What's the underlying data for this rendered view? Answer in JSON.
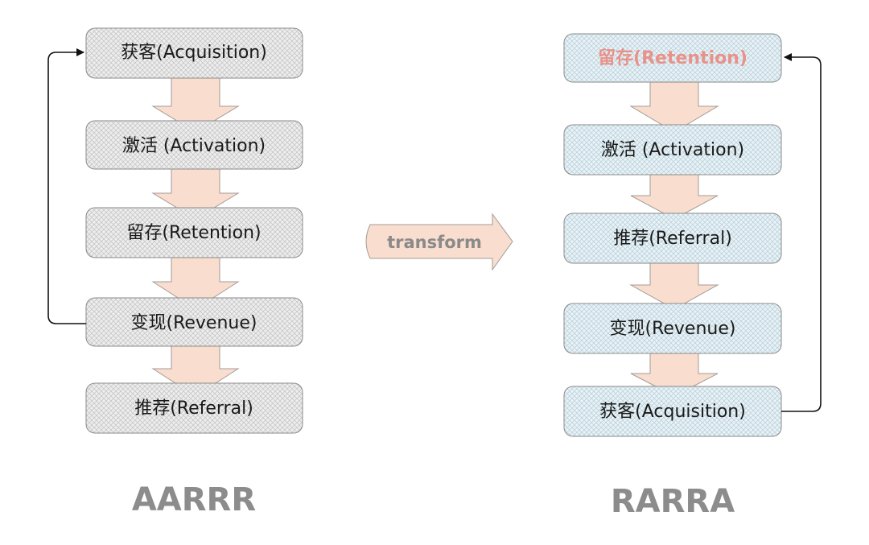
{
  "left_model": {
    "title": "AARRR",
    "steps": [
      {
        "label": "获客(Acquisition)"
      },
      {
        "label": "激活 (Activation)"
      },
      {
        "label": "留存(Retention)"
      },
      {
        "label": "变现(Revenue)"
      },
      {
        "label": "推荐(Referral)"
      }
    ],
    "box_fill": "#eeeeee",
    "hatch_color": "#c7c7c7"
  },
  "right_model": {
    "title": "RARRA",
    "steps": [
      {
        "label": "留存(Retention)",
        "highlight": true
      },
      {
        "label": "激活 (Activation)"
      },
      {
        "label": "推荐(Referral)"
      },
      {
        "label": "变现(Revenue)"
      },
      {
        "label": "获客(Acquisition)"
      }
    ],
    "box_fill": "#e9f3f7",
    "hatch_color": "#bdd2dc"
  },
  "transform_arrow": {
    "label": "transform",
    "fill": "#f9ddce",
    "text_color": "#8a8a8a"
  },
  "colors": {
    "flow_arrow_fill": "#f9ddce",
    "flow_arrow_stroke": "#a39c98",
    "box_stroke": "#8a8a8a",
    "highlight_text": "#e8928a",
    "title_text": "#8c8c8c"
  }
}
